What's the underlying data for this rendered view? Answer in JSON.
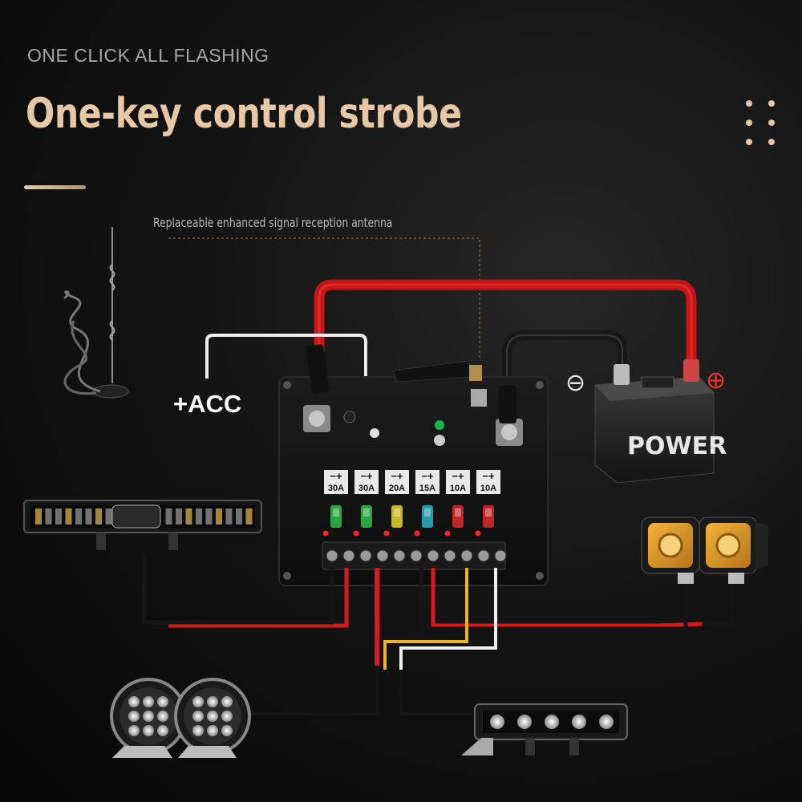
{
  "header": {
    "subtitle": "ONE CLICK ALL FLASHING",
    "title": "One-key control strobe"
  },
  "annotations": {
    "antenna": "Replaceable enhanced signal reception antenna",
    "acc": "+ACC"
  },
  "battery": {
    "label": "POWER",
    "negative_symbol": "⊖",
    "positive_symbol": "⊕"
  },
  "fuses": [
    {
      "polarity": "−+",
      "rating": "30A",
      "color": "#2fbf4a"
    },
    {
      "polarity": "−+",
      "rating": "30A",
      "color": "#2fbf4a"
    },
    {
      "polarity": "−+",
      "rating": "20A",
      "color": "#e8d32a"
    },
    {
      "polarity": "−+",
      "rating": "15A",
      "color": "#29b3c4"
    },
    {
      "polarity": "−+",
      "rating": "10A",
      "color": "#e02a2a"
    },
    {
      "polarity": "−+",
      "rating": "10A",
      "color": "#e02a2a"
    }
  ],
  "colors": {
    "accent": "#e6c8a6",
    "wire_positive": "#e0191c",
    "wire_ground": "#101010",
    "wire_acc": "#f2f2f2",
    "wire_signal": "#f0b323"
  },
  "devices": [
    "antenna-icon",
    "led-light-bar",
    "amber-pod-lights",
    "round-driving-lights",
    "small-light-bar",
    "controller-box",
    "car-battery"
  ]
}
